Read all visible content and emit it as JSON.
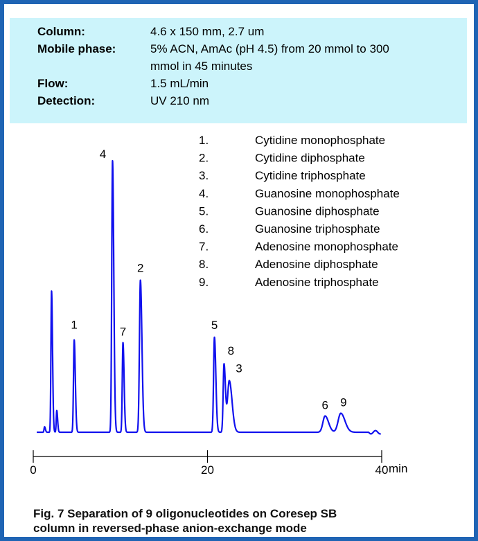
{
  "conditions": [
    {
      "label": "Column:",
      "value": " 4.6 x 150 mm,  2.7 um"
    },
    {
      "label": "Mobile phase:",
      "value": "5% ACN, AmAc (pH 4.5) from 20 mmol to 300",
      "value2": "mmol in 45 minutes"
    },
    {
      "label": "Flow:",
      "value": "1.5 mL/min"
    },
    {
      "label": "Detection:",
      "value": "UV 210 nm"
    }
  ],
  "caption": {
    "line1": "Fig. 7 Separation of 9 oligonucleotides on Coresep SB",
    "line2": "column in reversed-phase anion-exchange mode"
  },
  "colors": {
    "frame": "#1f64b4",
    "panel": "#ccf4fb",
    "trace": "#1111ee"
  },
  "chart_data": {
    "type": "line",
    "xlabel": "min",
    "xlim": [
      0,
      40
    ],
    "xticks": [
      0,
      20,
      40
    ],
    "tick_labels": [
      "0",
      "20",
      "40"
    ],
    "legend": [
      {
        "num": "1.",
        "name": "Cytidine monophosphate"
      },
      {
        "num": "2.",
        "name": "Cytidine diphosphate"
      },
      {
        "num": "3.",
        "name": "Cytidine triphosphate"
      },
      {
        "num": "4.",
        "name": "Guanosine monophosphate"
      },
      {
        "num": "5.",
        "name": "Guanosine diphosphate"
      },
      {
        "num": "6.",
        "name": "Guanosine triphosphate"
      },
      {
        "num": "7.",
        "name": "Adenosine monophosphate"
      },
      {
        "num": "8.",
        "name": "Adenosine diphosphate"
      },
      {
        "num": "9.",
        "name": "Adenosine triphosphate"
      }
    ],
    "peaks": [
      {
        "label": "",
        "rt": 1.3,
        "height": 0.02,
        "width": 0.06
      },
      {
        "label": "",
        "rt": 2.1,
        "height": 0.52,
        "width": 0.07
      },
      {
        "label": "",
        "rt": 2.7,
        "height": 0.08,
        "width": 0.06
      },
      {
        "label": "1",
        "rt": 4.7,
        "height": 0.34,
        "width": 0.08
      },
      {
        "label": "4",
        "rt": 9.1,
        "height": 1.0,
        "width": 0.09
      },
      {
        "label": "7",
        "rt": 10.3,
        "height": 0.33,
        "width": 0.08
      },
      {
        "label": "2",
        "rt": 12.3,
        "height": 0.56,
        "width": 0.11
      },
      {
        "label": "5",
        "rt": 20.8,
        "height": 0.35,
        "width": 0.1
      },
      {
        "label": "8",
        "rt": 21.9,
        "height": 0.25,
        "width": 0.1
      },
      {
        "label": "3",
        "rt": 22.5,
        "height": 0.19,
        "width": 0.2
      },
      {
        "label": "6",
        "rt": 33.5,
        "height": 0.06,
        "width": 0.25
      },
      {
        "label": "9",
        "rt": 35.3,
        "height": 0.07,
        "width": 0.3
      }
    ],
    "peak_label_offsets": {
      "1": [
        0,
        -16
      ],
      "4": [
        -14,
        -4
      ],
      "7": [
        0,
        -10
      ],
      "2": [
        0,
        -12
      ],
      "5": [
        0,
        -12
      ],
      "8": [
        10,
        -14
      ],
      "3": [
        14,
        -12
      ],
      "6": [
        0,
        -10
      ],
      "9": [
        4,
        -10
      ]
    }
  }
}
